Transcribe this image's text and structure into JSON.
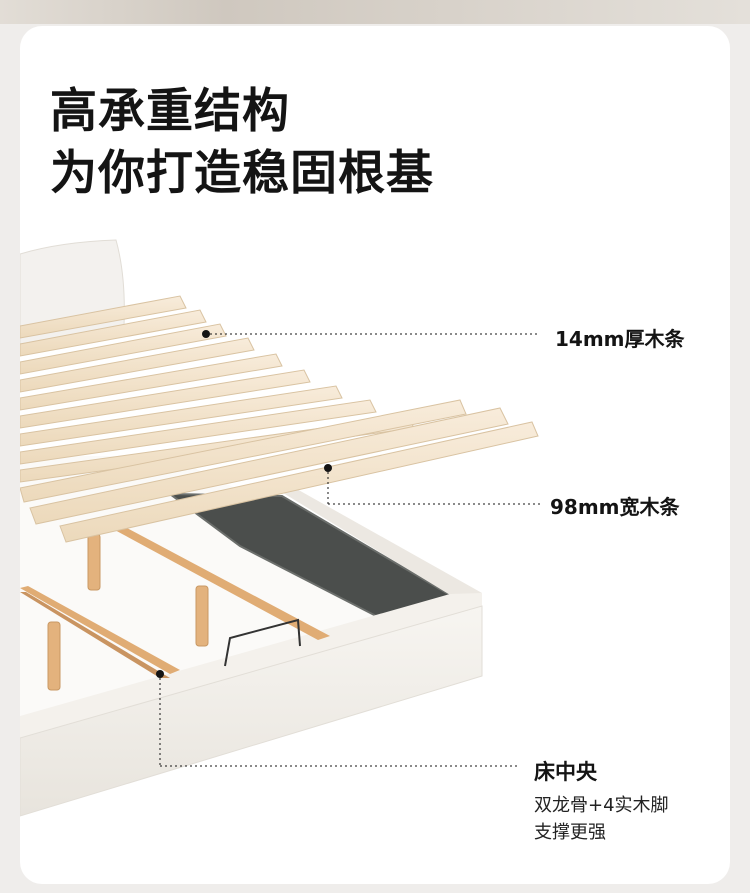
{
  "headline": {
    "line1": "高承重结构",
    "line2": "为你打造稳固根基"
  },
  "callouts": {
    "slat_thickness": "14mm厚木条",
    "slat_width": "98mm宽木条",
    "center_title": "床中央",
    "center_line1": "双龙骨+4实木脚",
    "center_line2": "支撑更强"
  },
  "colors": {
    "background": "#efedeb",
    "card": "#ffffff",
    "text": "#141414",
    "slat": "#f4e6d1",
    "slat_edge": "#d9c3a2",
    "frame": "#f2efea",
    "panel": "#4b4e4c",
    "wood_leg": "#e3b27d"
  }
}
